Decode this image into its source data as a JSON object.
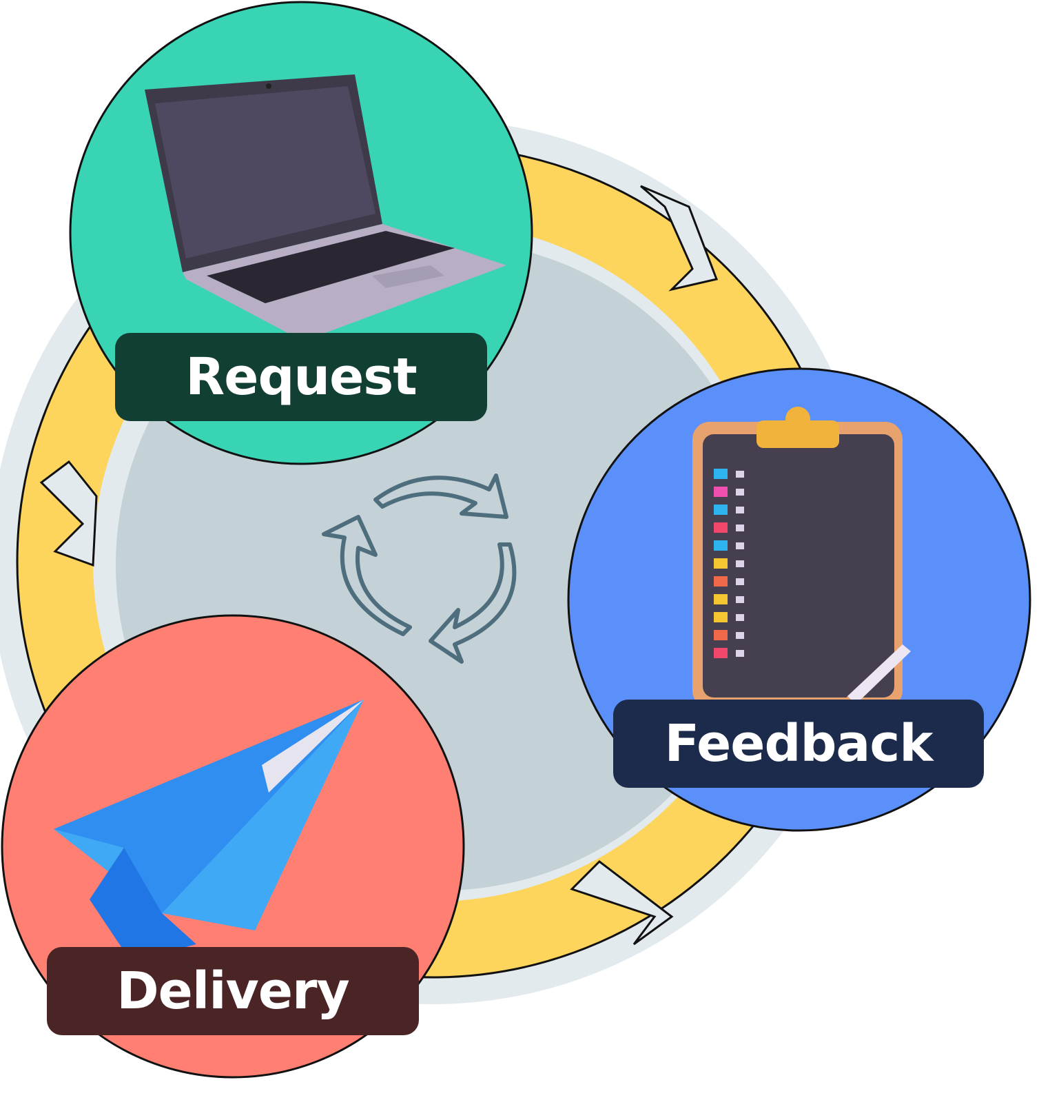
{
  "title": "Request Feedback Delivery cycle",
  "stages": [
    {
      "label": "Request",
      "icon": "laptop-icon",
      "color": "#38D4B4",
      "label_bg": "#123F33"
    },
    {
      "label": "Feedback",
      "icon": "clipboard-icon",
      "color": "#5B8FF9",
      "label_bg": "#1C2B4B"
    },
    {
      "label": "Delivery",
      "icon": "paper-plane-icon",
      "color": "#FF7F72",
      "label_bg": "#4B2525"
    }
  ],
  "center_icon": "recycle-arrows-icon",
  "ring_color": "#FDD55C"
}
